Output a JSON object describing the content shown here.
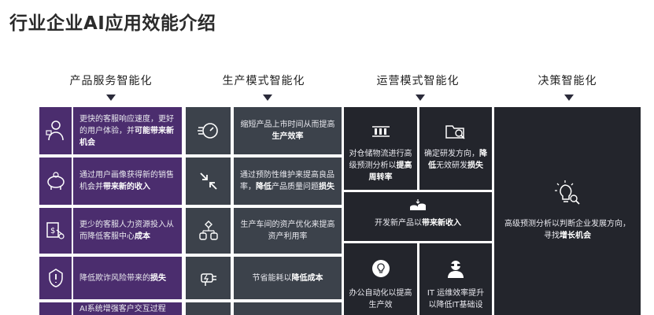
{
  "title": "行业企业AI应用效能介绍",
  "columns": [
    {
      "label": "产品服务智能化"
    },
    {
      "label": "生产模式智能化"
    },
    {
      "label": "运营模式智能化"
    },
    {
      "label": "决策智能化"
    }
  ],
  "product_rows": [
    {
      "pre": "更快的客服响应速度，更好的用户体验，并",
      "bold": "可能带来新机会",
      "post": ""
    },
    {
      "pre": "通过用户画像获得新的销售机会并",
      "bold": "带来新的收入",
      "post": ""
    },
    {
      "pre": "更少的客服人力资源投入从而降低客服中心",
      "bold": "成本",
      "post": ""
    },
    {
      "pre": "降低欺诈风险带来的",
      "bold": "损失",
      "post": ""
    },
    {
      "pre": "AI系统增强客户交互过程",
      "bold": "",
      "post": ""
    }
  ],
  "production_rows": [
    {
      "pre": "缩短产品上市时间从而提高",
      "bold": "生产效率",
      "post": ""
    },
    {
      "pre": "通过预防性维护来提高良品率，",
      "bold": "降低",
      "post": "产品质量问题",
      "bold2": "损失"
    },
    {
      "pre": "生产车间的资产优化来提高资产利用率",
      "bold": "",
      "post": ""
    },
    {
      "pre": "节省能耗以",
      "bold": "降低成本",
      "post": ""
    }
  ],
  "operations": {
    "warehouse": {
      "pre": "对仓储物流进行高级预测分析以",
      "bold": "提高周转率"
    },
    "rnd": {
      "pre": "确定研发方向，",
      "bold": "降低",
      "mid": "无效研发",
      "bold2": "损失"
    },
    "new_product": {
      "pre": "开发新产品以",
      "bold": "带来新收入"
    },
    "office": {
      "pre": "办公自动化以提高生产效"
    },
    "it": {
      "pre": "IT 运维效率提升以降低IT基础设"
    }
  },
  "decision": {
    "pre": "高级预测分析以判断企业发展方向，寻找",
    "bold": "增长机会"
  },
  "colors": {
    "purple": "#4b2d6e",
    "slate": "#3c424b",
    "dark": "#23252c"
  }
}
